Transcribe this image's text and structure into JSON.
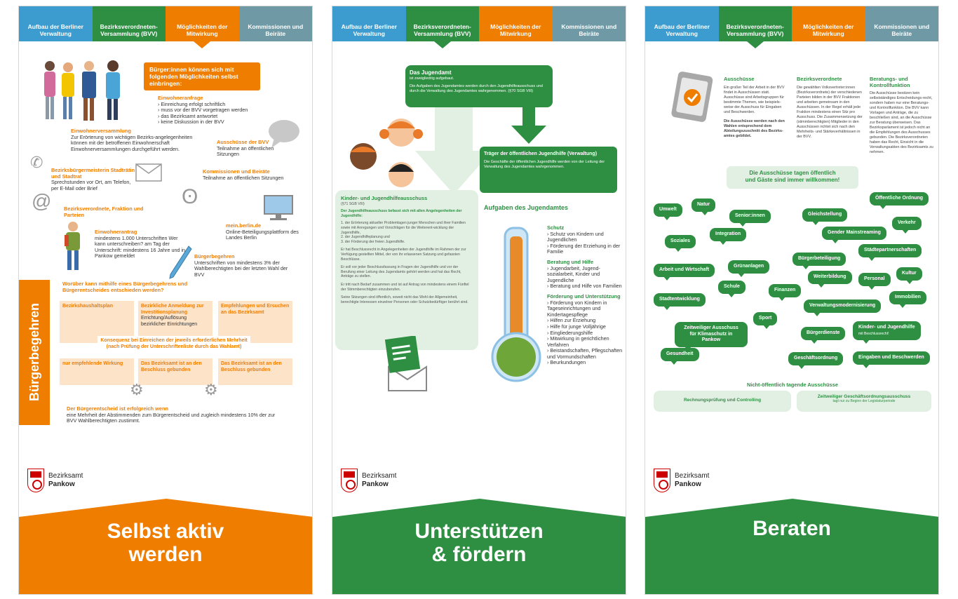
{
  "tabs": [
    "Aufbau der Berliner Verwaltung",
    "Bezirksverordneten-Versammlung (BVV)",
    "Möglichkeiten der Mitwirkung",
    "Kommissionen und Beiräte"
  ],
  "logo": {
    "line1": "Bezirksamt",
    "line2": "Pankow"
  },
  "colors": {
    "orange": "#ef7d00",
    "green": "#2e8f43",
    "blue": "#3c9ccf",
    "gray": "#6f9aa5"
  },
  "poster1": {
    "callout": "Bürger:innen können sich mit folgenden Möglichkeiten selbst einbringen:",
    "einwohneranfrage": {
      "title": "Einwohneranfrage",
      "lines": [
        "› Einreichung erfolgt schriftlich",
        "› muss vor der BVV vorgetragen werden",
        "› das Bezirksamt antwortet",
        "› keine Diskussion in der BVV"
      ]
    },
    "einwohnerversammlung": {
      "title": "Einwohnerversammlung",
      "text": "Zur Erörterung von wichtigen Bezirks-angelegenheiten können mit der betroffenen Einwohnerschaft Einwohnerversammlungen durchgeführt werden."
    },
    "ausschuesse": {
      "title": "Ausschüsse der BVV",
      "text": "Teilnahme an öffentlichen Sitzungen"
    },
    "buergermeisterin": {
      "title": "Bezirksbürgermeisterin Stadträtin und Stadtrat",
      "text": "Sprechstunden vor Ort, am Telefon, per E-Mail oder Brief"
    },
    "kommissionen": {
      "title": "Kommissionen und Beiräte",
      "text": "Teilnahme an öffentlichen Sitzungen"
    },
    "fraktion": {
      "title": "Bezirksverordnete, Fraktion und Parteien"
    },
    "meinberlin": {
      "title": "mein.berlin.de",
      "text": "Online-Beteiligungsplattform des Landes Berlin"
    },
    "einwohnerantrag": {
      "title": "Einwohnerantrag",
      "text": "mindestens 1.000 Unterschriften Wer kann unterschreiben? am Tag der Unterschrift: mindestens 16 Jahre und in Pankow gemeldet"
    },
    "buergerbegehren": {
      "title": "Bürgerbegehren",
      "text": "Unterschriften von mindestens 3% der Wahlberechtigten bei der letzten Wahl der BVV"
    },
    "side_label": "Bürgerbegehren",
    "question": "Worüber kann mithilfe eines Bürgerbegehrens und Bürgerentscheides entschieden werden?",
    "col1": "Bezirkshaushaltsplan",
    "col2": {
      "title": "Bezirkliche Anmeldung zur Investitionsplanung",
      "text": "Errichtung/Auflösung bezirklicher Einrichtungen"
    },
    "col3": "Empfehlungen und Ersuchen an das Bezirksamt",
    "konsequenz": "Konsequenz bei Einreichen der jeweils erforderlichen Mehrheit (nach Prüfung der Unterschriftenliste durch das Wahlamt)",
    "res1": "nur empfehlende Wirkung",
    "res2": "Das Bezirksamt ist an den Beschluss gebunden",
    "res3": "Das Bezirksamt ist an den Beschluss gebunden",
    "entscheid": {
      "title": "Der Bürgerentscheid ist erfolgreich wenn",
      "text": "eine Mehrheit der Abstimmenden zum Bürgerentscheid und zugleich mindestens 10% der zur BVV Wahlberechtigten zustimmt."
    },
    "title": [
      "Selbst aktiv",
      "werden"
    ]
  },
  "poster2": {
    "jugendamt": {
      "title": "Das Jugendamt",
      "sub": "ist zweigliedrig aufgebaut.",
      "text": "Die Aufgaben des Jugendamtes werden durch den Jugendhilfeausschuss und durch die Verwaltung des Jugendamtes wahrgenommen. (§70 SGB VIII)"
    },
    "traeger": {
      "title": "Träger der öffentlichen Jugendhilfe (Verwaltung)",
      "text": "Die Geschäfte der öffentlichen Jugendhilfe werden von der Leitung der Verwaltung des Jugendamtes wahrgenommen."
    },
    "ausschuss": {
      "title": "Kinder- und Jugendhilfeausschuss",
      "sub": "(§71 SGB VIII)",
      "intro": "Der Jugendhilfeausschuss befasst sich mit allen Angelegenheiten der Jugendhilfe:",
      "paras": [
        "1. der Erörterung aktueller Problemlagen junger Menschen und ihrer Familien sowie mit Anregungen und Vorschlägen für die Weiterent-wicklung der Jugendhilfe,",
        "2. der Jugendhilfeplanung und",
        "3. der Förderung der freien Jugendhilfe.",
        "Er hat Beschlussrecht in Angelegenheiten der Jugendhilfe im Rahmen der zur Verfügung gestellten Mittel, der von ihr erlassenen Satzung und gefassten Beschlüsse.",
        "Er soll vor jeder Beschlussfassung in Fragen der Jugendhilfe und vor der Berufung einer Leitung des Jugendamts gehört werden und hat das Recht, Anträge zu stellen.",
        "Er tritt nach Bedarf zusammen und ist auf Antrag von mindestens einem Fünftel der Stimmberechtigten einzuberufen.",
        "Seine Sitzungen sind öffentlich, soweit nicht das Wohl der Allgemeinheit, berechtigte Interessen einzelner Personen oder Schutzbedürftiger berührt sind."
      ]
    },
    "aufgaben_title": "Aufgaben des Jugendamtes",
    "schutz": {
      "title": "Schutz",
      "lines": [
        "› Schutz von Kindern und Jugendlichen",
        "› Förderung der Erziehung in der Familie"
      ]
    },
    "beratung": {
      "title": "Beratung und Hilfe",
      "lines": [
        "› Jugendarbeit, Jugend-sozialarbeit, Kinder und Jugendliche",
        "› Beratung und Hilfe von Familien"
      ]
    },
    "foerderung": {
      "title": "Förderung und Unterstützung",
      "lines": [
        "› Förderung von Kindern in Tageseinrichtungen und Kindertagespflege",
        "› Hilfen zur Erziehung",
        "› Hilfe für junge Volljährige",
        "› Eingliederungshilfe",
        "› Mitwirkung in gerichtlichen Verfahren",
        "› Beistandschaften, Pflegschaften und Vormundschaften",
        "› Beurkundungen"
      ]
    },
    "title": [
      "Unterstützen",
      "& fördern"
    ]
  },
  "poster3": {
    "ausschuesse": {
      "title": "Ausschüsse",
      "text": "Ein großer Teil der Arbeit in der BVV findet in Ausschüssen statt. Ausschüsse sind Arbeitsgruppen für bestimmte Themen, wie beispiels-weise der Ausschuss für Eingaben und Beschwerden.",
      "bold": "Die Ausschüsse werden nach den Wahlen entsprechend dem Abteilungszuschnitt des Bezirks-amtes gebildet."
    },
    "bezirksverordnete": {
      "title": "Bezirksverordnete",
      "text": "Die gewählten Volksvertreter:innen (Bezirksverordnete) der verschiedenen Parteien bilden in der BVV Fraktionen und arbeiten gemeinsam in den Ausschüssen. In der Regel erhält jede Fraktion mindestens einen Sitz pro Ausschuss. Die Zusammensetzung der (stimmberechtigten) Mitglieder in den Ausschüssen richtet sich nach den Mehrheits- und Stärkeverhältnissen in der BVV."
    },
    "kontrolle": {
      "title": "Beratungs- und Kontrollfunktion",
      "text": "Die Ausschüsse besitzen kein selbstständiges Entscheidungs-recht, sondern haben nur eine Beratungs- und Kontrollfunktion. Die BVV kann Vorlagen und Anträge, die zu beschließen sind, an die Ausschüsse zur Beratung überweisen. Das Bezirksparlament ist jedoch nicht an die Empfehlungen des Ausschusses gebunden. Die Bezirksverordneten haben das Recht, Einsicht in die Verwaltungsakten des Bezirksamts zu nehmen."
    },
    "banner": [
      "Die Ausschüsse tagen öffentlich",
      "und Gäste sind immer willkommen!"
    ],
    "bubbles": [
      "Umwelt",
      "Natur",
      "Senior:innen",
      "Gleichstellung",
      "Öffentliche Ordnung",
      "Integration",
      "Gender Mainstreaming",
      "Verkehr",
      "Soziales",
      "Städtepartnerschaften",
      "Bürgerbeteiligung",
      "Grünanlagen",
      "Arbeit und Wirtschaft",
      "Kultur",
      "Weiterbildung",
      "Personal",
      "Schule",
      "Finanzen",
      "Stadtentwicklung",
      "Immobilien",
      "Verwaltungsmodernisierung",
      "Sport",
      "Zeitweiliger Ausschuss für Klimaschutz in Pankow",
      "Bürgerdienste",
      "Kinder- und Jugendhilfe",
      "Gesundheit",
      "Geschäftsordnung",
      "Eingaben und Beschwerden"
    ],
    "jugendhilfe_sub": "mit Beschlussrecht!",
    "nicht_title": "Nicht-öffentlich tagende Ausschüsse",
    "nicht1": "Rechnungsprüfung und Controlling",
    "nicht2": "Zeitweiliger Geschäftsordnungsausschuss",
    "nicht2_sub": "tagt nur zu Beginn der Legislaturperiode",
    "title": [
      "Beraten"
    ]
  }
}
